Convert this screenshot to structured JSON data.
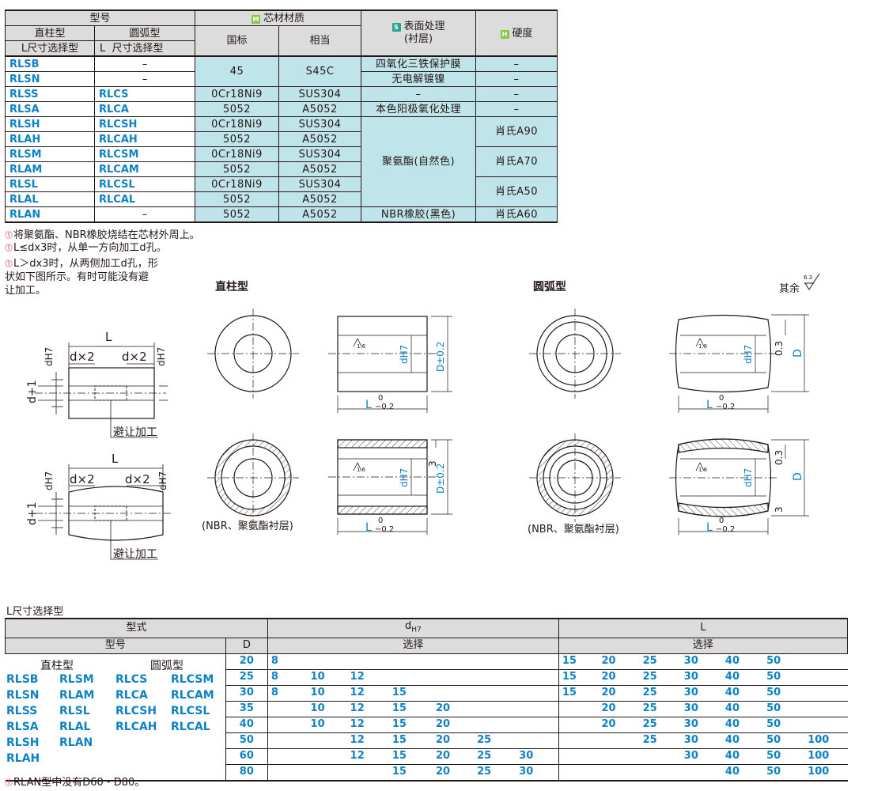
{
  "spec_table": {
    "header": {
      "model": "型号",
      "straight": "直柱型",
      "arc": "圆弧型",
      "l_select": "L尺寸选择型",
      "l_select2": "L  尺寸选择型",
      "core_material": "芯材材质",
      "gb": "国标",
      "equiv": "相当",
      "surface": "表面处理",
      "surface_sub": "(衬层)",
      "hardness": "硬度",
      "badge_m": "M",
      "badge_s": "S",
      "badge_h": "H"
    },
    "rows": [
      {
        "straight": "RLSB",
        "arc": "–",
        "gb": "45",
        "equiv": "S45C",
        "surface": "四氧化三铁保护膜",
        "hardness": "–"
      },
      {
        "straight": "RLSN",
        "arc": "–",
        "surface": "无电解镀镍",
        "hardness": "–"
      },
      {
        "straight": "RLSS",
        "arc": "RLCS",
        "gb": "0Cr18Ni9",
        "equiv": "SUS304",
        "surface": "–",
        "hardness": "–"
      },
      {
        "straight": "RLSA",
        "arc": "RLCA",
        "gb": "5052",
        "equiv": "A5052",
        "surface": "本色阳极氧化处理",
        "hardness": "–"
      },
      {
        "straight": "RLSH",
        "arc": "RLCSH",
        "gb": "0Cr18Ni9",
        "equiv": "SUS304",
        "hardness": "肖氏A90"
      },
      {
        "straight": "RLAH",
        "arc": "RLCAH",
        "gb": "5052",
        "equiv": "A5052"
      },
      {
        "straight": "RLSM",
        "arc": "RLCSM",
        "gb": "0Cr18Ni9",
        "equiv": "SUS304",
        "surface": "聚氨酯(自然色)",
        "hardness": "肖氏A70"
      },
      {
        "straight": "RLAM",
        "arc": "RLCAM",
        "gb": "5052",
        "equiv": "A5052"
      },
      {
        "straight": "RLSL",
        "arc": "RLCSL",
        "gb": "0Cr18Ni9",
        "equiv": "SUS304",
        "hardness": "肖氏A50"
      },
      {
        "straight": "RLAL",
        "arc": "RLCAL",
        "gb": "5052",
        "equiv": "A5052"
      },
      {
        "straight": "RLAN",
        "arc": "–",
        "gb": "5052",
        "equiv": "A5052",
        "surface": "NBR橡胶(黑色)",
        "hardness": "肖氏A60"
      }
    ]
  },
  "notes": [
    "将聚氨酯、NBR橡胶烧结在芯材外周上。",
    "L≤dx3时，从单一方向加工d孔。",
    "L＞dx3时，从两侧加工d孔，形",
    "状如下图所示。有时可能没有避",
    "让加工。"
  ],
  "drawings": {
    "straight_title": "直柱型",
    "arc_title": "圆弧型",
    "roughness_prefix": "其余",
    "roughness_value": "6.3",
    "liner_caption": "(NBR、聚氨酯衬层)",
    "relief_label": "避让加工",
    "dim_L": "L",
    "dim_dx2": "d×2",
    "dim_dH7": "dH7",
    "dim_d1": "d+1",
    "dim_D": "D",
    "dim_Dtol": "D±0.2",
    "dim_L_upper": "0",
    "dim_L_lower": "−0.2",
    "dim_03": "0.3",
    "dim_3": "3",
    "roughness_small": "1.6"
  },
  "l_select": {
    "section_title": "L尺寸选择型",
    "h_type": "型式",
    "h_model": "型号",
    "h_D": "D",
    "h_d": "d",
    "h_d_sub": "H7",
    "h_select": "选择",
    "h_L": "L",
    "h_select2": "选择",
    "straight": "直柱型",
    "arc": "圆弧型",
    "models": [
      [
        "RLSB",
        "RLSM",
        "RLCS",
        "RLCSM"
      ],
      [
        "RLSN",
        "RLAM",
        "RLCA",
        "RLCAM"
      ],
      [
        "RLSS",
        "RLSL",
        "RLCSH",
        "RLCSL"
      ],
      [
        "RLSA",
        "RLAL",
        "RLCAH",
        "RLCAL"
      ],
      [
        "RLSH",
        "RLAN"
      ],
      [
        "RLAH"
      ]
    ],
    "rows": [
      {
        "D": "20",
        "d": [
          "8",
          "",
          "",
          "",
          "",
          "",
          ""
        ],
        "L": [
          "15",
          "20",
          "25",
          "30",
          "40",
          "50",
          ""
        ]
      },
      {
        "D": "25",
        "d": [
          "8",
          "10",
          "12",
          "",
          "",
          "",
          ""
        ],
        "L": [
          "15",
          "20",
          "25",
          "30",
          "40",
          "50",
          ""
        ]
      },
      {
        "D": "30",
        "d": [
          "8",
          "10",
          "12",
          "15",
          "",
          "",
          ""
        ],
        "L": [
          "15",
          "20",
          "25",
          "30",
          "40",
          "50",
          ""
        ]
      },
      {
        "D": "35",
        "d": [
          "",
          "10",
          "12",
          "15",
          "20",
          "",
          ""
        ],
        "L": [
          "",
          "20",
          "25",
          "30",
          "40",
          "50",
          ""
        ]
      },
      {
        "D": "40",
        "d": [
          "",
          "10",
          "12",
          "15",
          "20",
          "",
          ""
        ],
        "L": [
          "",
          "20",
          "25",
          "30",
          "40",
          "50",
          ""
        ]
      },
      {
        "D": "50",
        "d": [
          "",
          "",
          "12",
          "15",
          "20",
          "25",
          ""
        ],
        "L": [
          "",
          "",
          "25",
          "30",
          "40",
          "50",
          "100"
        ]
      },
      {
        "D": "60",
        "d": [
          "",
          "",
          "12",
          "15",
          "20",
          "25",
          "30"
        ],
        "L": [
          "",
          "",
          "",
          "30",
          "40",
          "50",
          "100"
        ]
      },
      {
        "D": "80",
        "d": [
          "",
          "",
          "",
          "15",
          "20",
          "25",
          "30"
        ],
        "L": [
          "",
          "",
          "",
          "",
          "40",
          "50",
          "100"
        ]
      }
    ],
    "footnote": "RLAN型中没有D60・D80。"
  },
  "colors": {
    "accent_blue": "#0d82c7",
    "material_fill": "#bfe4ea",
    "header_gray": "#dcdcdc",
    "note_mark": "#c8247a"
  }
}
